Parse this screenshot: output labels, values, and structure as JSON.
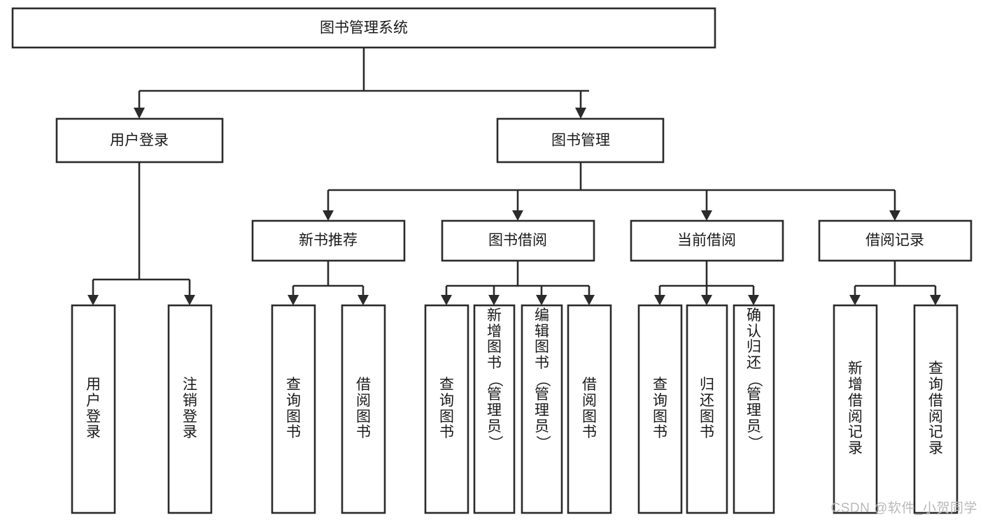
{
  "diagram": {
    "type": "tree-hierarchy-flowchart",
    "title_node": "图书管理系统",
    "orientation": "top-down",
    "levels": 4,
    "level1": [
      {
        "id": "root",
        "label": "图书管理系统"
      }
    ],
    "level2": [
      {
        "id": "user-login",
        "label": "用户登录",
        "parent": "root"
      },
      {
        "id": "book-manage",
        "label": "图书管理",
        "parent": "root"
      }
    ],
    "level3": [
      {
        "id": "new-book-rec",
        "label": "新书推荐",
        "parent": "book-manage"
      },
      {
        "id": "book-borrow",
        "label": "图书借阅",
        "parent": "book-manage"
      },
      {
        "id": "current-borrow",
        "label": "当前借阅",
        "parent": "book-manage"
      },
      {
        "id": "borrow-record",
        "label": "借阅记录",
        "parent": "book-manage"
      }
    ],
    "leaves": [
      {
        "id": "leaf-user-login",
        "label": "用户登录",
        "parent": "user-login"
      },
      {
        "id": "leaf-logout",
        "label": "注销登录",
        "parent": "user-login"
      },
      {
        "id": "leaf-query-book-1",
        "label": "查询图书",
        "parent": "new-book-rec"
      },
      {
        "id": "leaf-borrow-book-1",
        "label": "借阅图书",
        "parent": "new-book-rec"
      },
      {
        "id": "leaf-query-book-2",
        "label": "查询图书",
        "parent": "book-borrow"
      },
      {
        "id": "leaf-add-book",
        "label": "新增图书（管理员）",
        "parent": "book-borrow"
      },
      {
        "id": "leaf-edit-book",
        "label": "编辑图书（管理员）",
        "parent": "book-borrow"
      },
      {
        "id": "leaf-borrow-book-2",
        "label": "借阅图书",
        "parent": "book-borrow"
      },
      {
        "id": "leaf-query-book-3",
        "label": "查询图书",
        "parent": "current-borrow"
      },
      {
        "id": "leaf-return-book",
        "label": "归还图书",
        "parent": "current-borrow"
      },
      {
        "id": "leaf-confirm-return",
        "label": "确认归还（管理员）",
        "parent": "current-borrow"
      },
      {
        "id": "leaf-add-record",
        "label": "新增借阅记录",
        "parent": "borrow-record"
      },
      {
        "id": "leaf-query-record",
        "label": "查询借阅记录",
        "parent": "borrow-record"
      }
    ],
    "colors": {
      "stroke": "#2b2b2b",
      "fill": "#ffffff",
      "text": "#1a1a1a",
      "background": "#ffffff",
      "watermark": "#b9b9b9"
    }
  },
  "watermark": {
    "text": "CSDN @软件_小贺同学"
  }
}
